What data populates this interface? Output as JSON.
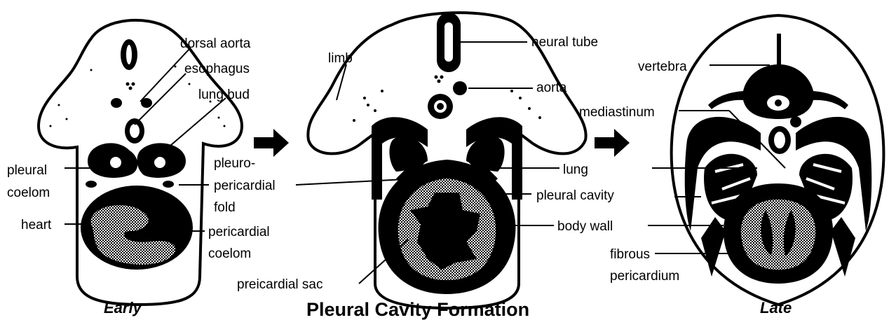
{
  "title": "Pleural Cavity Formation",
  "stages": {
    "early": "Early",
    "late": "Late"
  },
  "labels": {
    "dorsal_aorta": "dorsal aorta",
    "esophagus": "esophagus",
    "lung_bud": "lung bud",
    "pleural": "pleural",
    "coelom": "coelom",
    "heart": "heart",
    "pleuro": "pleuro-",
    "pericardial": "pericardial",
    "fold": "fold",
    "pericardial2": "pericardial",
    "coelom2": "coelom",
    "limb": "limb",
    "neural_tube": "neural tube",
    "aorta": "aorta",
    "lung": "lung",
    "pleural_cavity": "pleural cavity",
    "body_wall": "body wall",
    "preicardial_sac": "preicardial sac",
    "vertebra": "vertebra",
    "mediastinum": "mediastinum",
    "fibrous": "fibrous",
    "pericardium": "pericardium"
  }
}
